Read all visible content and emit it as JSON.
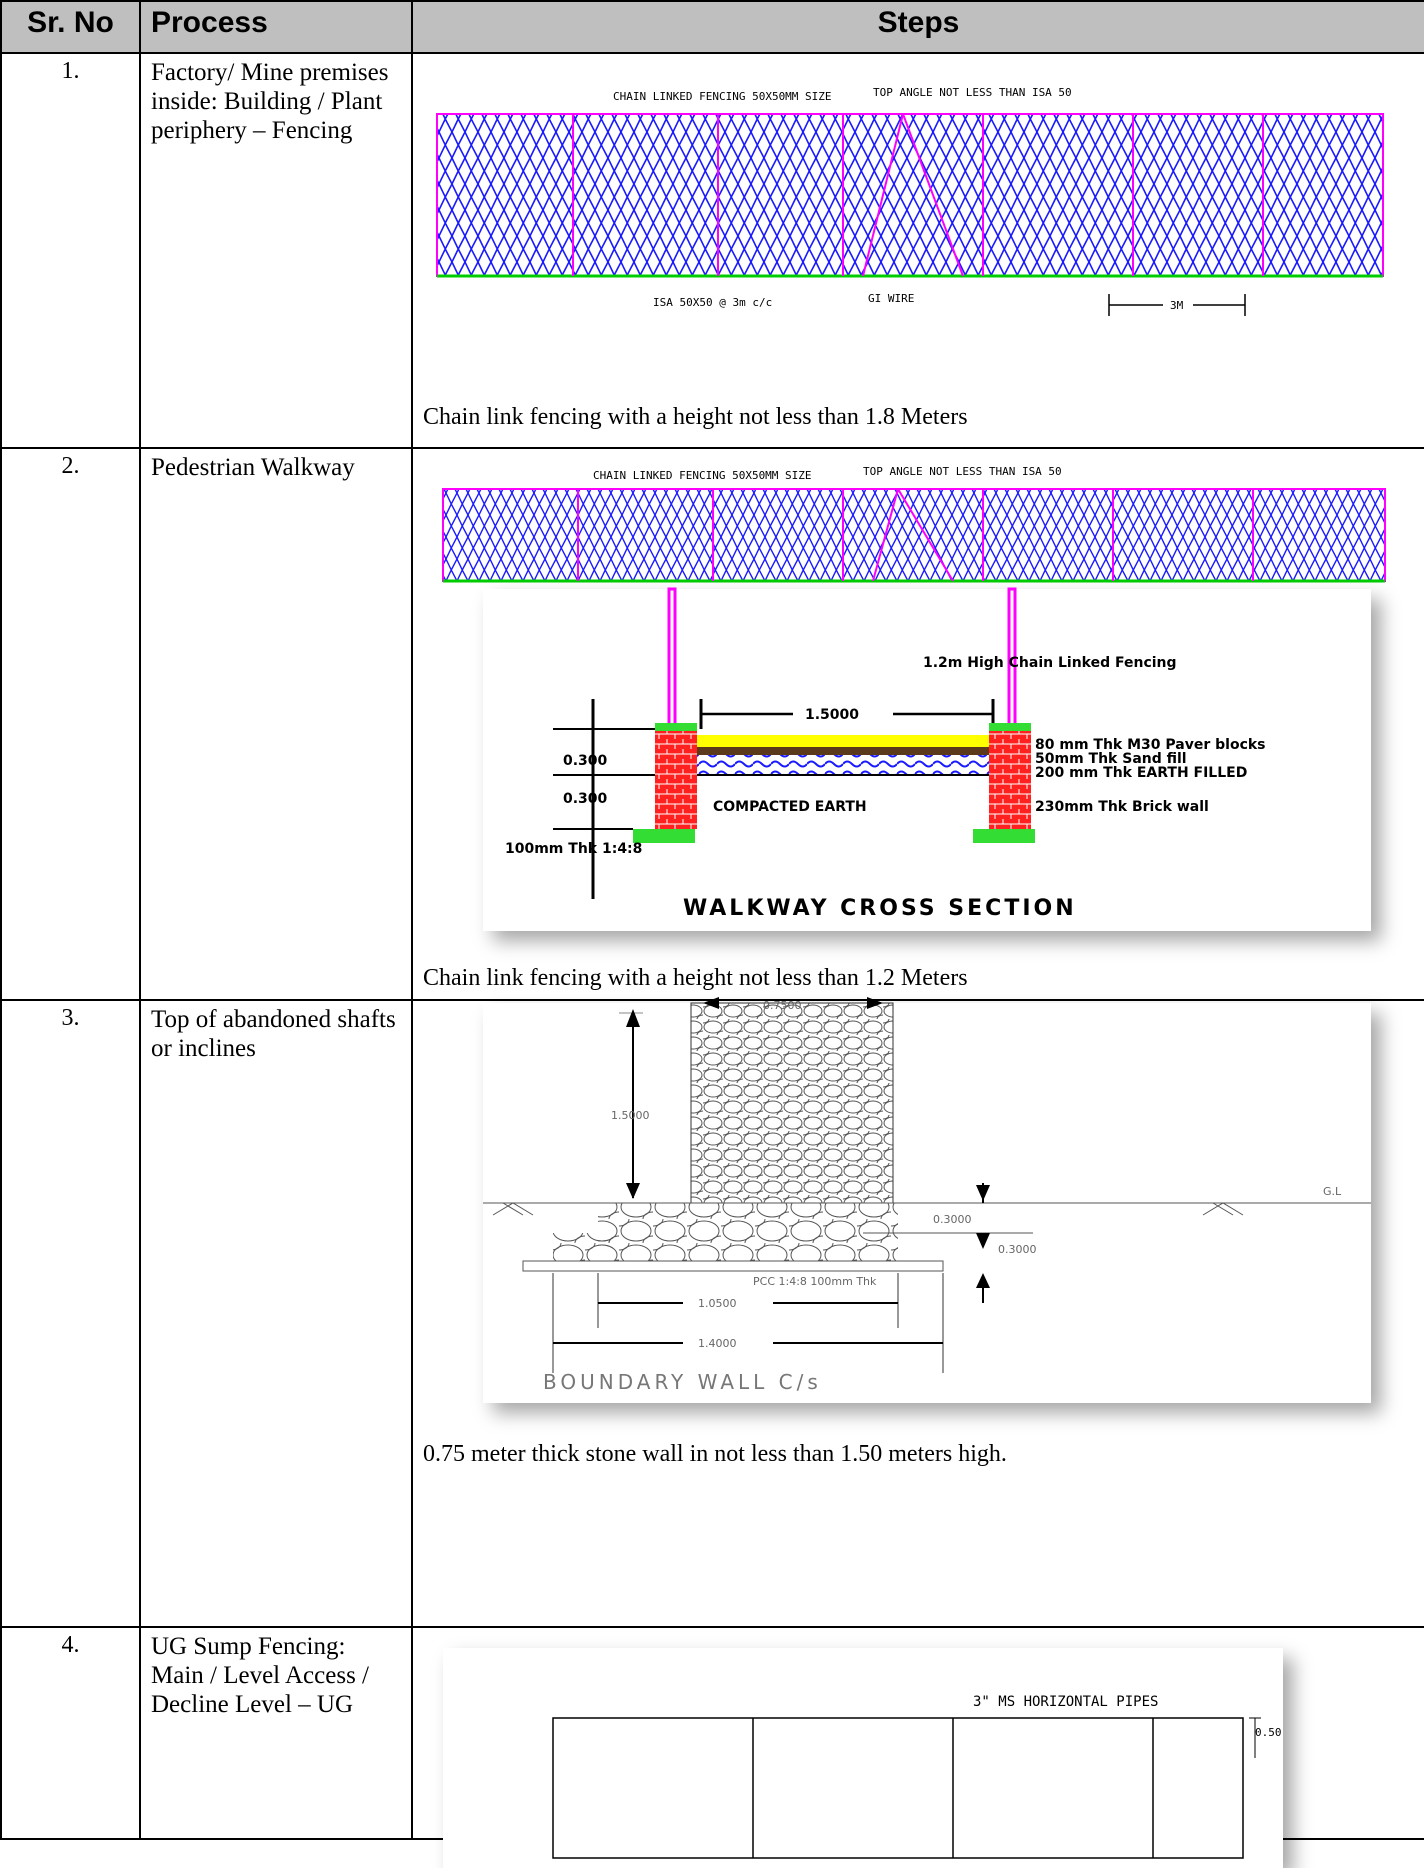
{
  "table": {
    "headers": {
      "sr": "Sr. No",
      "process": "Process",
      "steps": "Steps"
    },
    "rows": [
      {
        "sr": "1.",
        "process": "Factory/ Mine premises inside: Building / Plant periphery – Fencing",
        "caption": "Chain link fencing with a height not less than 1.8 Meters",
        "drawing": {
          "label_top_left": "CHAIN LINKED FENCING 50X50MM SIZE",
          "label_top_right": "TOP ANGLE NOT LESS THAN ISA 50",
          "label_bottom_left": "ISA 50X50 @ 3m c/c",
          "label_bottom_mid": "GI WIRE",
          "label_dim": "3M"
        }
      },
      {
        "sr": "2.",
        "process": "Pedestrian Walkway",
        "caption": "Chain link fencing with a height not less than 1.2 Meters",
        "drawing": {
          "label_top_left": "CHAIN LINKED FENCING 50X50MM SIZE",
          "label_top_right": "TOP ANGLE NOT LESS THAN ISA 50",
          "label_fence": "1.2m High Chain Linked Fencing",
          "dim_width": "1.5000",
          "dim_h1": "0.300",
          "dim_h2": "0.300",
          "layer1": "80 mm Thk M30 Paver blocks",
          "layer2": "50mm Thk Sand fill",
          "layer3": "200 mm Thk EARTH FILLED",
          "layer4": "230mm Thk Brick wall",
          "label_earth": "COMPACTED EARTH",
          "label_pcc": "100mm Thk 1:4:8",
          "title": "WALKWAY CROSS SECTION"
        }
      },
      {
        "sr": "3.",
        "process": "Top of abandoned shafts or inclines",
        "caption": "0.75 meter thick stone wall in not less than 1.50 meters high.",
        "drawing": {
          "dim_top": "0.7500",
          "dim_height": "1.5000",
          "dim_gl": "G.L",
          "dim_d1": "0.3000",
          "dim_d2": "0.3000",
          "label_pcc": "PCC 1:4:8 100mm Thk",
          "dim_w1": "1.0500",
          "dim_w2": "1.4000",
          "title": "BOUNDARY WALL C/s"
        }
      },
      {
        "sr": "4.",
        "process": "UG Sump Fencing: Main / Level Access / Decline Level – UG",
        "caption": "",
        "drawing": {
          "label_pipes": "3\" MS HORIZONTAL PIPES",
          "dim_right": "0.50"
        }
      }
    ]
  },
  "colors": {
    "header_bg": "#bfbfbf",
    "mesh": "#1a1aff",
    "post": "#ff00ff",
    "ground": "#00cc00",
    "brick": "#ff2020",
    "paver": "#ffff00",
    "sand": "#5a3a1a",
    "earth_fill": "#1a1aff",
    "pcc": "#33dd33"
  }
}
